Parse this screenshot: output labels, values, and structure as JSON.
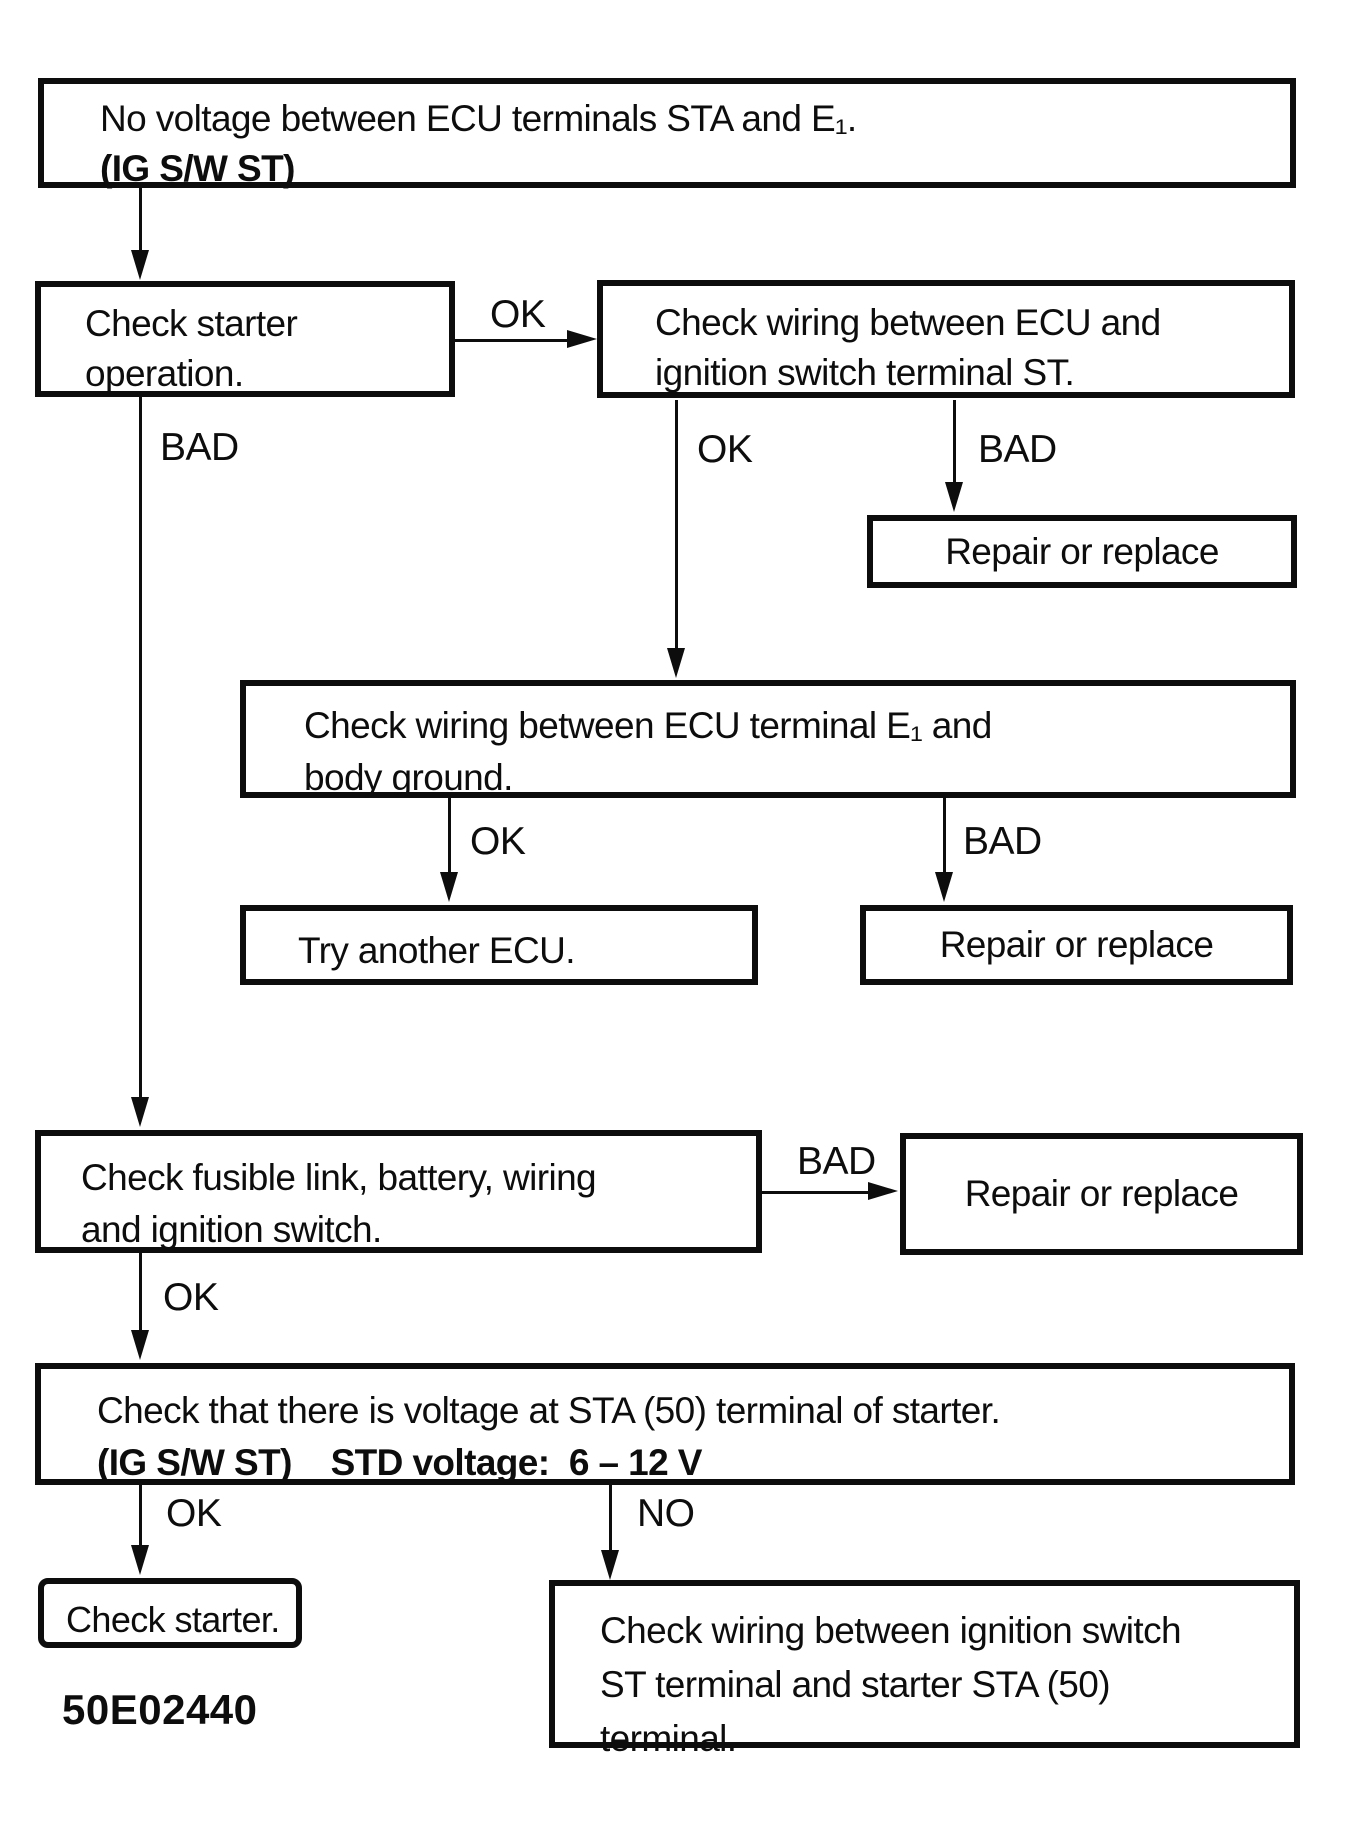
{
  "page": {
    "code": "50E02440",
    "background_color": "#ffffff",
    "ink_color": "#0d0d0d"
  },
  "labels": {
    "ok": "OK",
    "bad": "BAD",
    "no": "NO"
  },
  "nodes": {
    "no_voltage": {
      "lines": [
        [
          {
            "t": "No voltage between ECU terminals STA and E₁."
          }
        ],
        [
          {
            "t": "(IG S/W ST)",
            "b": true
          }
        ]
      ]
    },
    "check_starter_operation": {
      "lines": [
        [
          {
            "t": "Check starter"
          }
        ],
        [
          {
            "t": "operation."
          }
        ]
      ]
    },
    "check_wiring_ecu_ignition": {
      "lines": [
        [
          {
            "t": "Check wiring between ECU and"
          }
        ],
        [
          {
            "t": "ignition switch terminal ST."
          }
        ]
      ]
    },
    "repair_1": {
      "lines": [
        [
          {
            "t": "Repair or replace"
          }
        ]
      ]
    },
    "check_wiring_e1_ground": {
      "lines": [
        [
          {
            "t": "Check wiring between ECU terminal E₁ and"
          }
        ],
        [
          {
            "t": "body ground."
          }
        ]
      ]
    },
    "try_another_ecu": {
      "lines": [
        [
          {
            "t": "Try another ECU."
          }
        ]
      ]
    },
    "repair_2": {
      "lines": [
        [
          {
            "t": "Repair or replace"
          }
        ]
      ]
    },
    "check_fusible_link": {
      "lines": [
        [
          {
            "t": "Check fusible link, battery, wiring"
          }
        ],
        [
          {
            "t": "and ignition switch."
          }
        ]
      ]
    },
    "repair_3": {
      "lines": [
        [
          {
            "t": "Repair or replace"
          }
        ]
      ]
    },
    "check_voltage_sta": {
      "lines": [
        [
          {
            "t": "Check that there is voltage at STA (50) terminal of starter."
          }
        ],
        [
          {
            "t": "(IG S/W ST)",
            "b": true
          },
          {
            "t": "    "
          },
          {
            "t": "STD voltage:  6 – 12 V",
            "b": true
          }
        ]
      ]
    },
    "check_starter": {
      "lines": [
        [
          {
            "t": "Check starter."
          }
        ]
      ]
    },
    "check_wiring_ignition_starter": {
      "lines": [
        [
          {
            "t": "Check wiring between ignition switch"
          }
        ],
        [
          {
            "t": "ST terminal and starter STA (50)"
          }
        ],
        [
          {
            "t": "terminal."
          }
        ]
      ]
    }
  }
}
